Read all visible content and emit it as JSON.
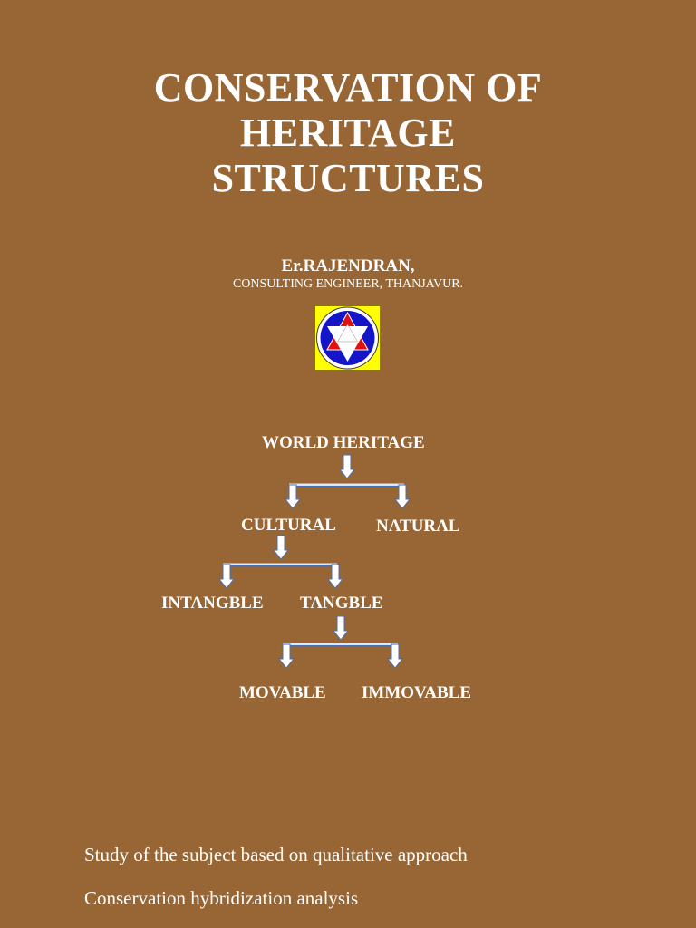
{
  "title": {
    "line1": "CONSERVATION OF",
    "line2": "HERITAGE",
    "line3": "STRUCTURES"
  },
  "author": {
    "name": "Er.RAJENDRAN,",
    "role": "CONSULTING ENGINEER, THANJAVUR."
  },
  "logo": {
    "icon": "star-of-david-emblem-icon",
    "colors": {
      "background": "#ffff00",
      "ring": "#1414c8",
      "triangles": "#e01010",
      "center": "#ffffff"
    }
  },
  "hierarchy": {
    "root": "WORLD HERITAGE",
    "level1": [
      "CULTURAL",
      "NATURAL"
    ],
    "level2": [
      "INTANGBLE",
      "TANGBLE"
    ],
    "level3": [
      "MOVABLE",
      "IMMOVABLE"
    ]
  },
  "notes": [
    "Study of the subject based on qualitative approach",
    "Conservation hybridization analysis"
  ],
  "colors": {
    "background": "#976634",
    "text": "#ffffff",
    "arrow_fill": "#ffffff",
    "arrow_outline": "#4a6fb0"
  }
}
